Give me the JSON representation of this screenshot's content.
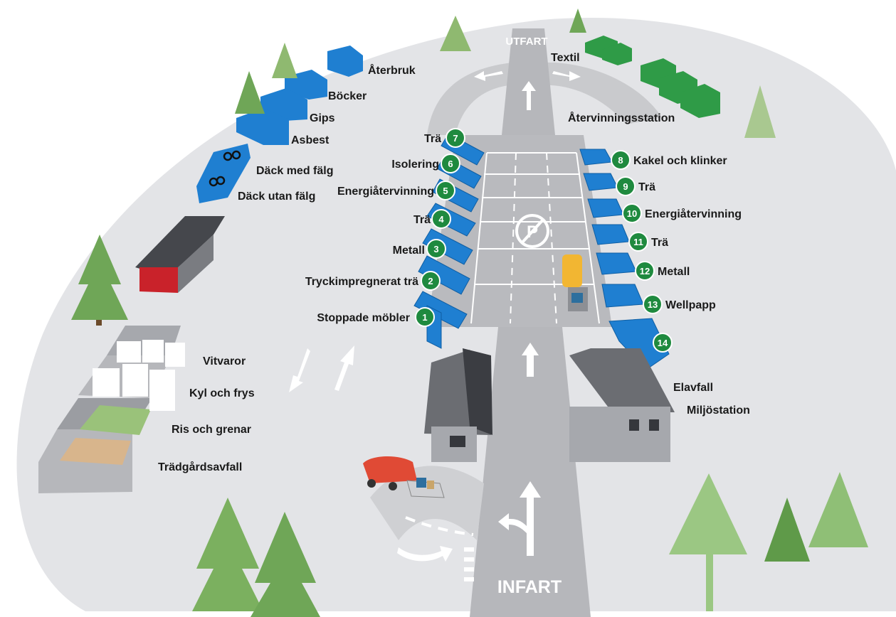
{
  "entrance": "INFART",
  "exit": "UTFART",
  "left_bays": [
    {
      "num": "1",
      "label": "Stoppade möbler"
    },
    {
      "num": "2",
      "label": "Tryckimpregnerat trä"
    },
    {
      "num": "3",
      "label": "Metall"
    },
    {
      "num": "4",
      "label": "Trä"
    },
    {
      "num": "5",
      "label": "Energiåtervinning"
    },
    {
      "num": "6",
      "label": "Isolering"
    },
    {
      "num": "7",
      "label": "Trä"
    }
  ],
  "right_bays": [
    {
      "num": "8",
      "label": "Kakel och klinker"
    },
    {
      "num": "9",
      "label": "Trä"
    },
    {
      "num": "10",
      "label": "Energiåtervinning"
    },
    {
      "num": "11",
      "label": "Trä"
    },
    {
      "num": "12",
      "label": "Metall"
    },
    {
      "num": "13",
      "label": "Wellpapp"
    },
    {
      "num": "14",
      "label": ""
    }
  ],
  "top_left": {
    "aterbruk": "Återbruk",
    "bocker": "Böcker",
    "gips": "Gips",
    "asbest": "Asbest",
    "dack_med": "Däck med fälg",
    "dack_utan": "Däck utan fälg"
  },
  "left_area": {
    "vitvaror": "Vitvaror",
    "kyl": "Kyl och frys",
    "ris": "Ris och grenar",
    "tradgard": "Trädgårdsavfall"
  },
  "top_right": {
    "textil": "Textil",
    "station": "Återvinningsstation"
  },
  "bottom_right": {
    "elavfall": "Elavfall",
    "miljo": "Miljöstation"
  },
  "colors": {
    "ground": "#e3e4e7",
    "road": "#b6b7bb",
    "bay_blue": "#1f7fd1",
    "badge_green": "#1f8a3f",
    "tree_green": "#6fa657",
    "textile_green": "#2f9b47"
  }
}
